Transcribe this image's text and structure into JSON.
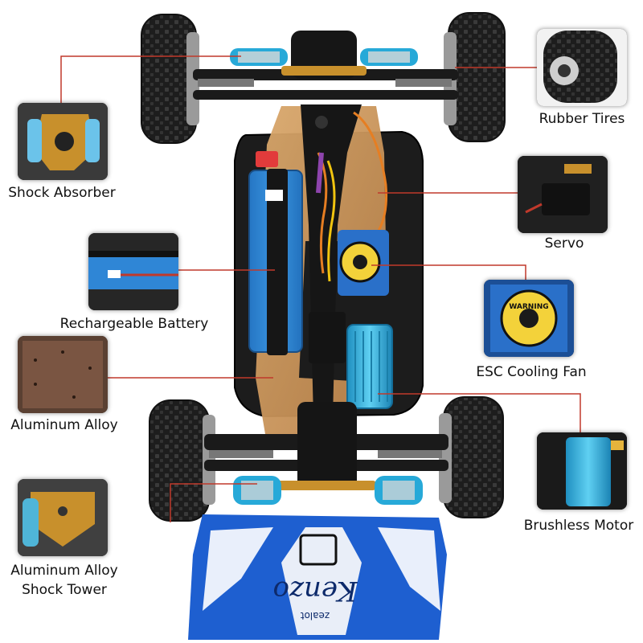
{
  "callouts": {
    "shock_absorber": "Shock Absorber",
    "rechargeable_battery": "Rechargeable Battery",
    "aluminum_alloy": "Aluminum Alloy",
    "aluminum_alloy_shock_tower_line1": "Aluminum Alloy",
    "aluminum_alloy_shock_tower_line2": "Shock Tower",
    "rubber_tires": "Rubber Tires",
    "servo": "Servo",
    "esc_cooling_fan": "ESC Cooling Fan",
    "brushless_motor": "Brushless Motor"
  },
  "product_markings": {
    "fan_warning": "WARNING",
    "body_brand": "zealot",
    "body_script": "Kenzo"
  },
  "colors": {
    "leader_line": "#c0392b",
    "chassis_plate": "#1c1c1c",
    "battery": "#2f86d6",
    "anodized_blue": "#27a9d8",
    "gold_alloy": "#c8902c",
    "body_blue": "#1e5fd0"
  }
}
